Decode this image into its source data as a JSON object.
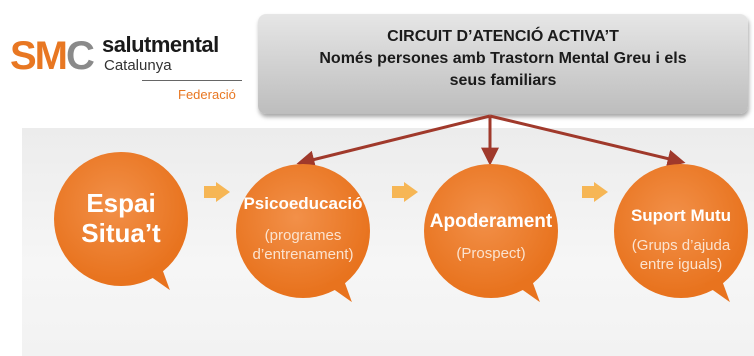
{
  "logo": {
    "smc": "SM",
    "smc_c": "C",
    "name": "salutmental",
    "region": "Catalunya",
    "federacio": "Federació"
  },
  "header": {
    "line1": "CIRCUIT D’ATENCIÓ ACTIVA’T",
    "line2": "Només persones  amb Trastorn Mental Greu i els",
    "line3": "seus familiars"
  },
  "steps": [
    {
      "title_line1": "Espai",
      "title_line2": "Situa’t",
      "sub_line1": "",
      "sub_line2": ""
    },
    {
      "title_line1": "Psicoeducació",
      "title_line2": "",
      "sub_line1": "(programes",
      "sub_line2": "d’entrenament)"
    },
    {
      "title_line1": "Apoderament",
      "title_line2": "",
      "sub_line1": "(Prospect)",
      "sub_line2": ""
    },
    {
      "title_line1": "Suport Mutu",
      "title_line2": "",
      "sub_line1": "(Grups d’ajuda",
      "sub_line2": "entre iguals)"
    }
  ],
  "colors": {
    "bubble": "#e8731e",
    "chevron": "#f6b655",
    "connector": "#a0392b",
    "header_box": "#c9c9c9"
  }
}
